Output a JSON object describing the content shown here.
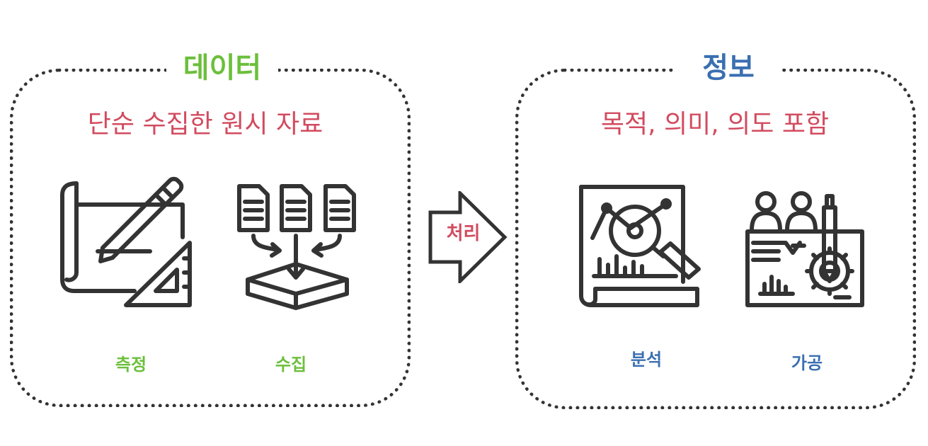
{
  "colors": {
    "green": "#6cbf3c",
    "blue": "#3a6fb1",
    "red": "#d24b5f",
    "ink": "#333333"
  },
  "data_panel": {
    "title": "데이터",
    "subtitle": "단순 수집한 원시 자료",
    "items": [
      {
        "label": "측정",
        "icon": "blueprint-pencil-ruler-icon"
      },
      {
        "label": "수집",
        "icon": "documents-into-box-icon"
      }
    ]
  },
  "arrow": {
    "label": "처리"
  },
  "info_panel": {
    "title": "정보",
    "subtitle": "목적, 의미, 의도 포함",
    "items": [
      {
        "label": "분석",
        "icon": "report-magnifier-icon"
      },
      {
        "label": "가공",
        "icon": "presentation-board-gear-icon"
      }
    ]
  }
}
